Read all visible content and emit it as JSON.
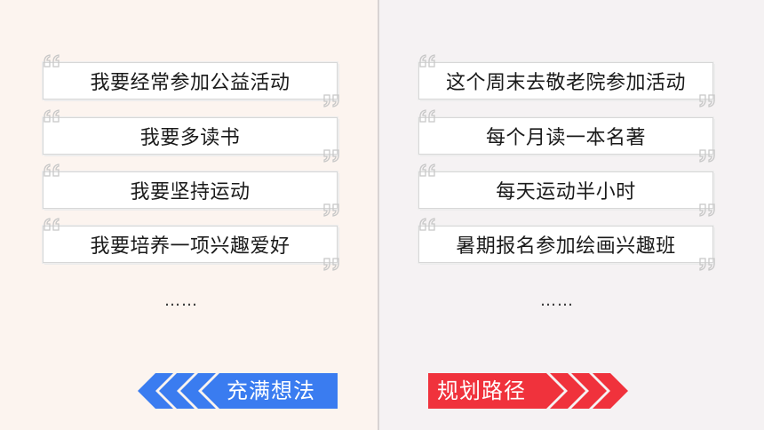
{
  "left": {
    "items": [
      "我要经常参加公益活动",
      "我要多读书",
      "我要坚持运动",
      "我要培养一项兴趣爱好"
    ],
    "ellipsis": "……",
    "banner_label": "充满想法",
    "banner_color": "#3a7cf0"
  },
  "right": {
    "items": [
      "这个周末去敬老院参加活动",
      "每个月读一本名著",
      "每天运动半小时",
      "暑期报名参加绘画兴趣班"
    ],
    "ellipsis": "……",
    "banner_label": "规划路径",
    "banner_color": "#f0323c"
  },
  "colors": {
    "left_background": "#fcf4ef",
    "right_background": "#f5f2f3",
    "quote_mark": "#c8c8c8"
  },
  "icons": {
    "quote_open": "open-quote-icon",
    "quote_close": "close-quote-icon",
    "chevron_left": "chevron-left-icon",
    "chevron_right": "chevron-right-icon"
  }
}
